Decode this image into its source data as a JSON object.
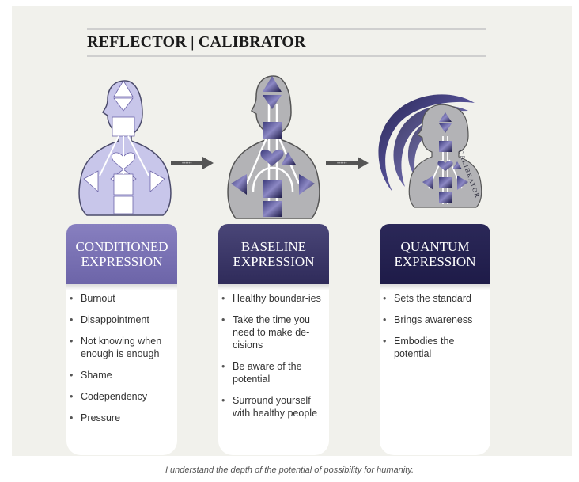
{
  "title": "REFLECTOR | CALIBRATOR",
  "arrow_labels": [
    "••••••",
    "••••••"
  ],
  "ring_label": "CALIBRATOR",
  "cards": [
    {
      "heading_line1": "CONDITIONED",
      "heading_line2": "EXPRESSION",
      "items": [
        "Burnout",
        "Disappointment",
        "Not knowing when enough is enough",
        "Shame",
        "Codependency",
        "Pressure"
      ]
    },
    {
      "heading_line1": "BASELINE",
      "heading_line2": "EXPRESSION",
      "items": [
        "Healthy boundar-ies",
        "Take the time you need to make de-cisions",
        "Be aware of the potential",
        "Surround yourself with healthy people"
      ]
    },
    {
      "heading_line1": "QUANTUM",
      "heading_line2": "EXPRESSION",
      "items": [
        "Sets the standard",
        "Brings awareness",
        "Embodies the potential"
      ]
    }
  ],
  "caption": "I understand the depth of the potential of possibility for humanity.",
  "colors": {
    "conditioned": "#6c64a8",
    "baseline": "#2f2b5a",
    "quantum": "#1e1b48",
    "panel": "#f1f1ec"
  }
}
